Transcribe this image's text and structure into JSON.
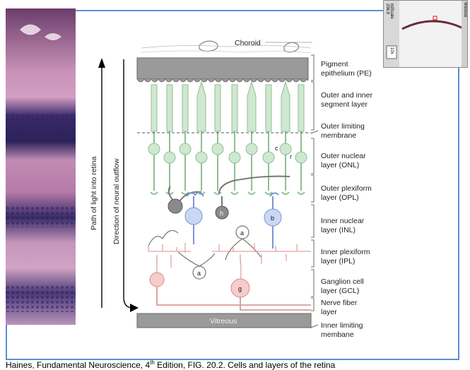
{
  "diagram": {
    "choroid_label": "Choroid",
    "vitreous_label": "Vitreous",
    "path_of_light_label": "Path of light into retina",
    "neural_outflow_label": "Direction of neural outflow",
    "layers": [
      {
        "line1": "Pigment",
        "line2": "epithelium (PE)"
      },
      {
        "line1": "Outer and inner",
        "line2": "segment layer"
      },
      {
        "line1": "Outer limiting",
        "line2": "membrane"
      },
      {
        "line1": "Outer nuclear",
        "line2": "layer (ONL)"
      },
      {
        "line1": "Outer plexiform",
        "line2": "layer (OPL)"
      },
      {
        "line1": "Inner nuclear",
        "line2": "layer (INL)"
      },
      {
        "line1": "Inner plexiform",
        "line2": "layer (IPL)"
      },
      {
        "line1": "Ganglion cell",
        "line2": "layer (GCL)"
      },
      {
        "line1": "Nerve fiber",
        "line2": "layer"
      },
      {
        "line1": "Inner limiting",
        "line2": "membane"
      }
    ],
    "cell_labels": {
      "cone": "c",
      "rod": "r",
      "horizontal": "h",
      "bipolar": "b",
      "amacrine_upper": "a",
      "amacrine_lower": "a",
      "ganglion": "g"
    }
  },
  "inset": {
    "value_top": "ndScale",
    "value_bottom": "256.9",
    "zoom": "10x",
    "side_label": "Window"
  },
  "caption": {
    "prefix": "Haines, Fundamental Neuroscience, 4",
    "superscript": "th",
    "suffix": " Edition, FIG. 20.2. Cells and layers of the retina"
  },
  "colors": {
    "frame": "#5b8fd6",
    "photoreceptor": "#cfe8d0",
    "bipolar": "#c8d8f4",
    "ganglion": "#f6cccc",
    "pigment": "#9a9a9a"
  }
}
